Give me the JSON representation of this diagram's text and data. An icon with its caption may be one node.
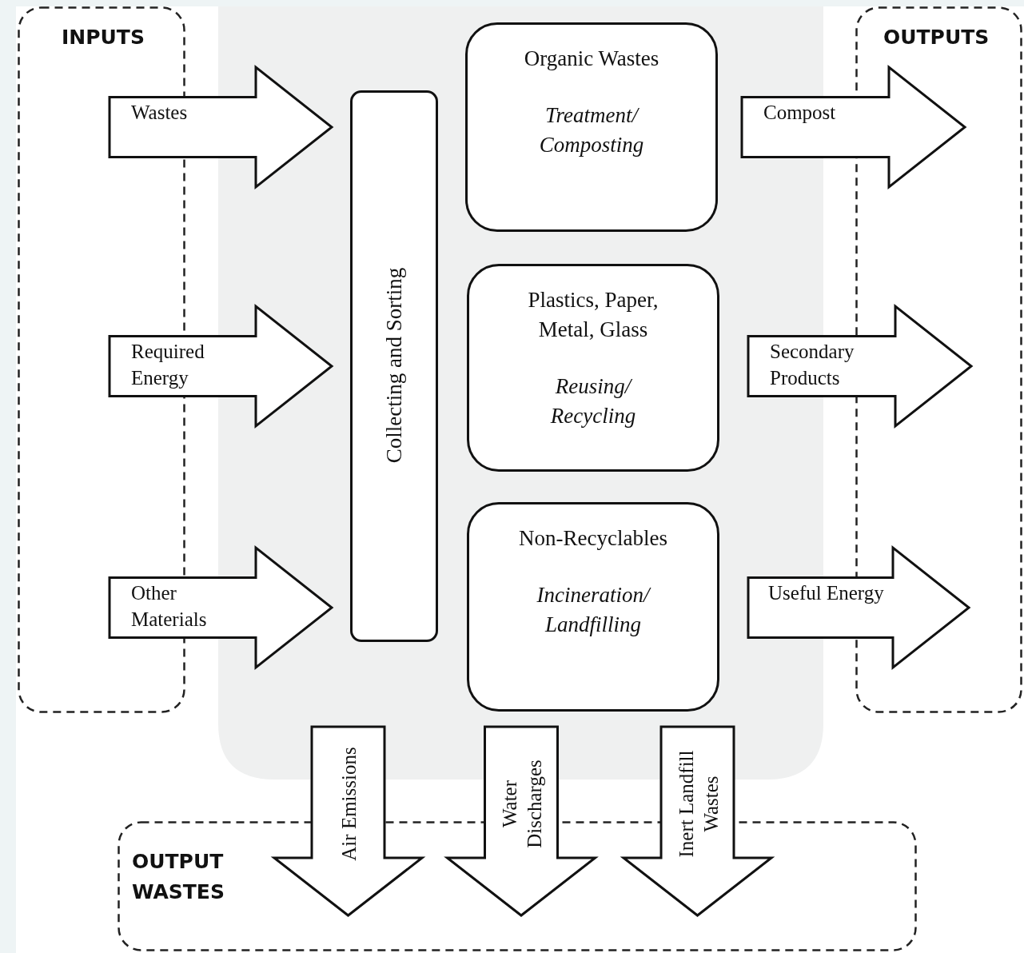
{
  "diagram": {
    "nodes": [
      {
        "text": [
          "INPUTS"
        ]
      },
      {
        "text": [
          "OUTPUTS"
        ]
      },
      {
        "text": [
          "Collecting and Sorting"
        ]
      },
      {
        "text": [
          "Organic Wastes",
          "Treatment/ Composting"
        ]
      },
      {
        "text": [
          "Plastics, Paper, Metal, Glass",
          "Reusing/ Recycling"
        ]
      },
      {
        "text": [
          "Non-Recyclables",
          "Incineration/ Landfilling"
        ]
      },
      {
        "text": [
          "OUTPUT WASTES"
        ]
      }
    ],
    "edges": [
      {
        "from": 0,
        "to": 2,
        "arrow": "to",
        "label": "Wastes"
      },
      {
        "from": 0,
        "to": 2,
        "arrow": "to",
        "label": "Required Energy"
      },
      {
        "from": 0,
        "to": 2,
        "arrow": "to",
        "label": "Other Materials"
      },
      {
        "from": 3,
        "to": 1,
        "arrow": "to",
        "label": "Compost"
      },
      {
        "from": 4,
        "to": 1,
        "arrow": "to",
        "label": "Secondary Products"
      },
      {
        "from": 5,
        "to": 1,
        "arrow": "to",
        "label": "Useful Energy"
      },
      {
        "from": 2,
        "to": 6,
        "arrow": "to",
        "label": "Air Emissions"
      },
      {
        "from": 5,
        "to": 6,
        "arrow": "to",
        "label": "Water Discharges"
      },
      {
        "from": 5,
        "to": 6,
        "arrow": "to",
        "label": "Inert Landfill Wastes"
      }
    ]
  }
}
